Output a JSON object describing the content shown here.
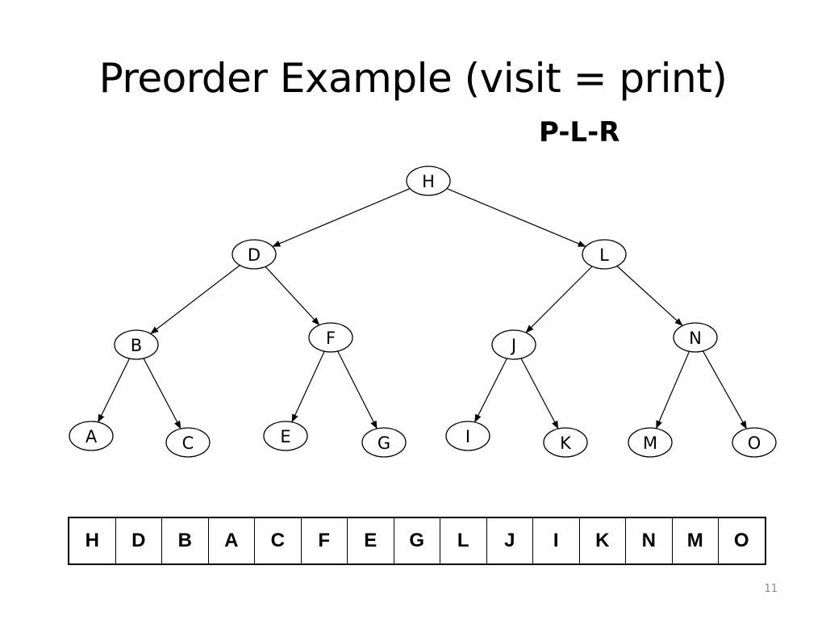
{
  "slide": {
    "title": "Preorder Example (visit = print)",
    "order_label": "P-L-R",
    "page_number": "11"
  },
  "tree": {
    "nodes": [
      {
        "id": "H",
        "label": "H"
      },
      {
        "id": "D",
        "label": "D"
      },
      {
        "id": "L",
        "label": "L"
      },
      {
        "id": "B",
        "label": "B"
      },
      {
        "id": "F",
        "label": "F"
      },
      {
        "id": "J",
        "label": "J"
      },
      {
        "id": "N",
        "label": "N"
      },
      {
        "id": "A",
        "label": "A"
      },
      {
        "id": "C",
        "label": "C"
      },
      {
        "id": "E",
        "label": "E"
      },
      {
        "id": "G",
        "label": "G"
      },
      {
        "id": "I",
        "label": "I"
      },
      {
        "id": "K",
        "label": "K"
      },
      {
        "id": "M",
        "label": "M"
      },
      {
        "id": "O",
        "label": "O"
      }
    ],
    "edges": [
      {
        "from": "H",
        "to": "D"
      },
      {
        "from": "H",
        "to": "L"
      },
      {
        "from": "D",
        "to": "B"
      },
      {
        "from": "D",
        "to": "F"
      },
      {
        "from": "L",
        "to": "J"
      },
      {
        "from": "L",
        "to": "N"
      },
      {
        "from": "B",
        "to": "A"
      },
      {
        "from": "B",
        "to": "C"
      },
      {
        "from": "F",
        "to": "E"
      },
      {
        "from": "F",
        "to": "G"
      },
      {
        "from": "J",
        "to": "I"
      },
      {
        "from": "J",
        "to": "K"
      },
      {
        "from": "N",
        "to": "M"
      },
      {
        "from": "N",
        "to": "O"
      }
    ]
  },
  "traversal": {
    "sequence": [
      "H",
      "D",
      "B",
      "A",
      "C",
      "F",
      "E",
      "G",
      "L",
      "J",
      "I",
      "K",
      "N",
      "M",
      "O"
    ]
  }
}
